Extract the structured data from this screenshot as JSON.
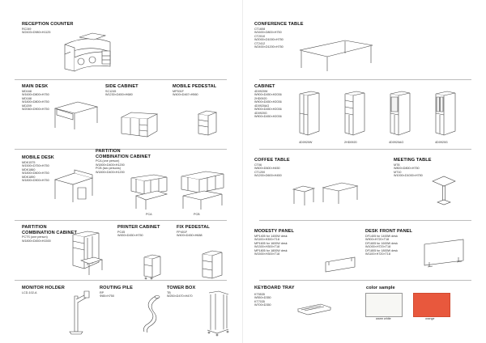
{
  "sections": {
    "reception_counter": {
      "title": "RECEPTION COUNTER",
      "lines": [
        "RC249",
        "W2403×D980×H1125"
      ]
    },
    "main_desk": {
      "title": "MAIN DESK",
      "lines": [
        "MD168",
        "W1600×D800×H750",
        "MD188",
        "W1800×D800×H750",
        "MD209",
        "W2060×D900×H750"
      ]
    },
    "side_cabinet": {
      "title": "SIDE CABINET",
      "lines": [
        "SC1245",
        "W1230×D450×H680"
      ]
    },
    "mobile_pedestal": {
      "title": "MOBILE PEDESTAL",
      "lines": [
        "MP301F",
        "W400×D467×H560"
      ]
    },
    "mobile_desk": {
      "title": "MOBILE DESK",
      "lines": [
        "MDK1575",
        "W1500×D750×H750",
        "MDK1860",
        "W1800×D600×H750",
        "MDK1890",
        "W1800×D900×H750"
      ]
    },
    "partition_combination_cabinet": {
      "title_lines": [
        "PARTITION",
        "COMBINATION CABINET"
      ],
      "lines": [
        "PCA (one person)",
        "W1800×D400×H1200",
        "PCB (two persons)",
        "W1800×D400×H1200"
      ],
      "captions": [
        "PCA",
        "PCB"
      ]
    },
    "partition_combination_cabinet_2": {
      "title_lines": [
        "PARTITION",
        "COMBINATION CABINET"
      ],
      "lines": [
        "PCTS (one person)",
        "W1800×D450×H1500"
      ]
    },
    "printer_cabinet": {
      "title": "PRINTER CABINET",
      "lines": [
        "PC45",
        "W450×D450×H750"
      ]
    },
    "fix_pedestal": {
      "title": "FIX PEDESTAL",
      "lines": [
        "FP401F",
        "W400×D450×H688"
      ]
    },
    "monitor_holder": {
      "title": "MONITOR HOLDER",
      "lines": [
        "LCD-102-A"
      ]
    },
    "routing_pile": {
      "title": "ROUTING PILE",
      "lines": [
        "RP",
        "Φ80×H750"
      ]
    },
    "tower_box": {
      "title": "TOWER BOX",
      "lines": [
        "TB",
        "W250×D470×H470"
      ]
    },
    "conference_table": {
      "title": "CONFERENCE TABLE",
      "lines": [
        "CT1608",
        "W1600×D800×H750",
        "CT2010",
        "W2000×D1000×H750",
        "CT2412",
        "W2400×D1200×H750"
      ]
    },
    "cabinet": {
      "title": "CABINET",
      "lines": [
        "4D0920W",
        "W900×D450×H2036",
        "2HD0920",
        "W900×D450×H2036",
        "4D0920AG",
        "W900×D450×H2036",
        "4D0920G",
        "W900×D450×H2036"
      ],
      "captions": [
        "4D0920W",
        "2HD0920",
        "4D0920AG",
        "4D0920G"
      ]
    },
    "coffee_table": {
      "title": "COFFEE TABLE",
      "lines": [
        "CT06",
        "W600×D600×H450",
        "CT1200",
        "W1200×D600×H450"
      ]
    },
    "meeting_table": {
      "title": "MEETING TABLE",
      "lines": [
        "MT8",
        "W800×D800×H750",
        "MT10",
        "W1000×D1000×H750"
      ]
    },
    "modesty_panel": {
      "title": "MODESTY PANEL",
      "lines": [
        "MP1405 for 1400W desk",
        "W1100×H300×T18",
        "MP1605 for 1600W desk",
        "W1300×H300×T18",
        "MP1805 for 1800W desk",
        "W1500×H300×T18"
      ]
    },
    "desk_front_panel": {
      "title": "DESK FRONT PANEL",
      "lines": [
        "DF1405 for 1400W desk",
        "W900×H720×T18",
        "DF1605 for 1600W desk",
        "W1000×H720×T18",
        "DF1805 for 1800W desk",
        "W1100×H720×T18"
      ]
    },
    "keyboard_tray": {
      "title": "KEYBOARD TRAY",
      "lines": [
        "KT5535",
        "W550×D350",
        "KT7035",
        "W700×D350"
      ]
    },
    "color_sample": {
      "title": "color sample",
      "swatches": [
        {
          "label": "warm white",
          "color": "#f7f7f4"
        },
        {
          "label": "orange",
          "color": "#e8583d"
        }
      ]
    }
  },
  "colors": {
    "ink": "#111111",
    "line": "#555555",
    "divider": "#bdbdbd"
  }
}
